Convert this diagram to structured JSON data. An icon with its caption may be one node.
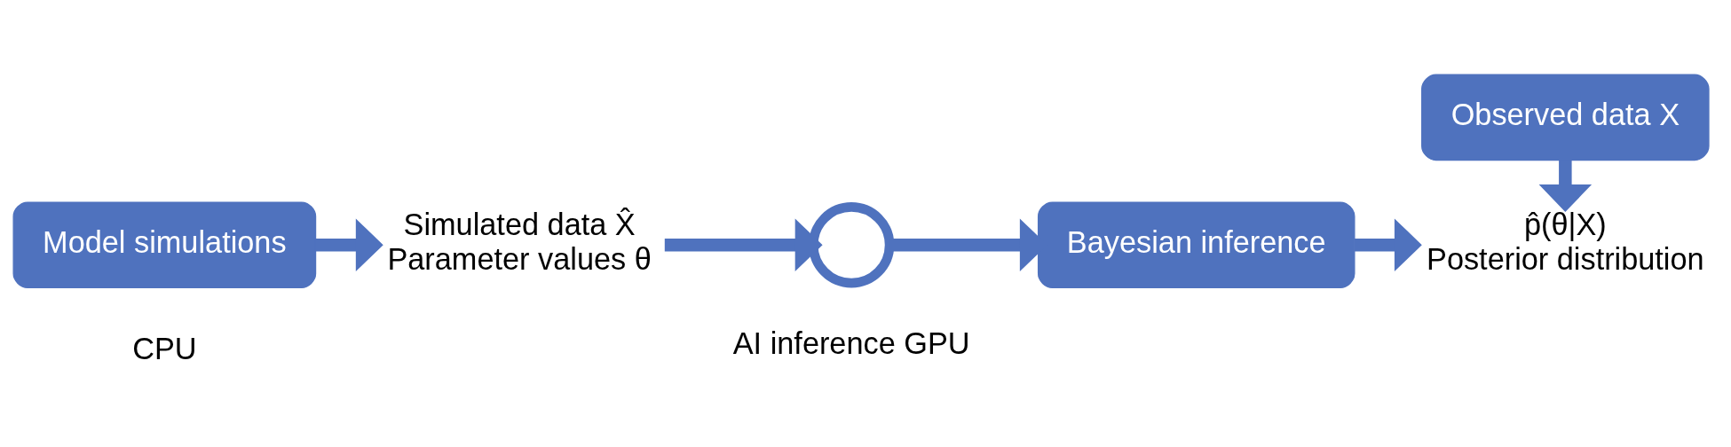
{
  "diagram": {
    "nodes": [
      {
        "text": [
          "Model simulations"
        ],
        "beside": [
          "CPU"
        ]
      },
      {
        "text": [
          "Simulated data X̂",
          "Parameter values θ"
        ]
      },
      {
        "text": [],
        "shape": "circle",
        "beside": [
          "AI inference GPU"
        ]
      },
      {
        "text": [
          "Bayesian inference"
        ]
      },
      {
        "text": [
          "Observed data X"
        ]
      },
      {
        "text": [
          "p̂(θ|X)",
          "Posterior distribution"
        ]
      }
    ],
    "edges": [
      {
        "from": 0,
        "to": 1,
        "arrow": "to"
      },
      {
        "from": 1,
        "to": 2,
        "arrow": "to"
      },
      {
        "from": 2,
        "to": 3,
        "arrow": "to"
      },
      {
        "from": 3,
        "to": 5,
        "arrow": "to"
      },
      {
        "from": 4,
        "to": 5,
        "arrow": "to"
      }
    ]
  }
}
